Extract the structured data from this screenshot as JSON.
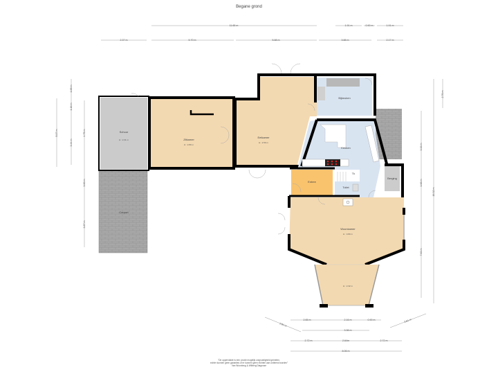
{
  "title": "Begane grond",
  "colors": {
    "living": "#f3d9b1",
    "kitchen": "#d9e4f1",
    "entrance": "#f9c36e",
    "utility": "#cccccc",
    "paving": "#a9a9a9",
    "wall": "#000000",
    "dimension": "#888888"
  },
  "rooms": [
    {
      "id": "schuur",
      "label": "Schuur",
      "sub": "H : 2.31 m"
    },
    {
      "id": "zitkamer",
      "label": "Zitkamer",
      "sub": "H : 2.80 m"
    },
    {
      "id": "eetkamer",
      "label": "Eetkamer",
      "sub": "H : 2.59 m"
    },
    {
      "id": "bijkeuken",
      "label": "Bijkeuken",
      "sub": ""
    },
    {
      "id": "keuken",
      "label": "Keuken",
      "sub": ""
    },
    {
      "id": "entree",
      "label": "Entree",
      "sub": ""
    },
    {
      "id": "toilet",
      "label": "Toilet",
      "sub": ""
    },
    {
      "id": "trap",
      "label": "Tk",
      "sub": ""
    },
    {
      "id": "berging",
      "label": "Berging",
      "sub": ""
    },
    {
      "id": "woonkamer",
      "label": "Woonkamer",
      "sub": "H : 3.80 m"
    },
    {
      "id": "erker",
      "label": "",
      "sub": "H : 2.32 m"
    },
    {
      "id": "carport",
      "label": "Carport",
      "sub": ""
    }
  ],
  "dimensions": {
    "top": {
      "total": "11.65 m",
      "d1": "1.91 m",
      "d2": "0.90 m",
      "d3": "1.91 m",
      "row2": [
        "2.37 m",
        "5.70 m",
        "5.88 m",
        "3.88 m",
        "2.17 m"
      ]
    },
    "left": [
      "1.65 m",
      "1.16 m",
      "5.07 m",
      "3.44 m",
      "4.75 m",
      "3.00 m",
      "3.87 m"
    ],
    "right": [
      "2.76 m",
      "3.33 m",
      "1.68 m",
      "7.63 m",
      "16.32 m"
    ],
    "bottom": {
      "row1": [
        "2.65 m",
        "2.16 m",
        "0.90 m"
      ],
      "diag_left": "2.81 m",
      "diag_right": "2.61 m",
      "row2": "3.36 m",
      "row3": [
        "2.72 m",
        "2.64m",
        "2.72 m"
      ],
      "total": "8.06 m"
    }
  },
  "footer": {
    "line1": "\"De oppervlakte is een proxie mogelijk zorgvuldigheid gemeten,",
    "line2": "echter kunnen geen garanties of er kunnen geen rechten aan ontleend worden\"",
    "line3": "Van Woonbrug & Wilberg Diagnose"
  }
}
